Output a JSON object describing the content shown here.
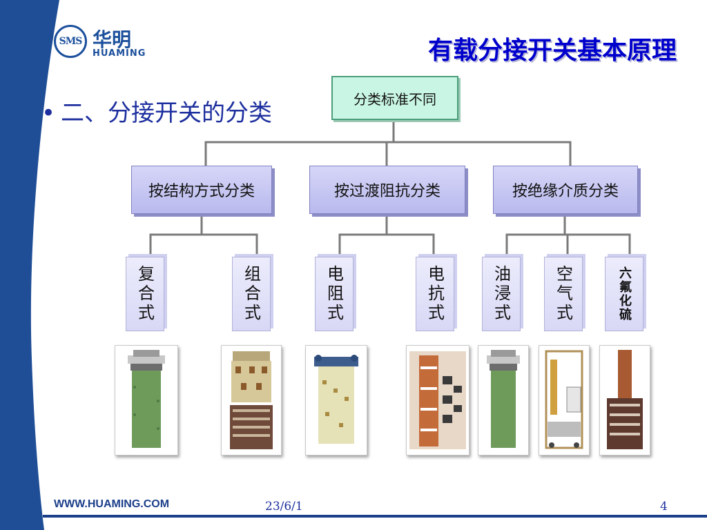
{
  "logo": {
    "emblem": "SMS",
    "cn_name": "华明",
    "en_name": "HUAMING"
  },
  "title": "有载分接开关基本原理",
  "bullet": {
    "marker": "•",
    "text": "二、分接开关的分类"
  },
  "tree": {
    "root": "分类标准不同",
    "categories": [
      {
        "label": "按结构方式分类",
        "children": [
          "复合式",
          "组合式"
        ]
      },
      {
        "label": "按过渡阻抗分类",
        "children": [
          "电阻式",
          "电抗式"
        ]
      },
      {
        "label": "按绝缘介质分类",
        "children": [
          "油浸式",
          "空气式",
          "六氟化硫"
        ]
      }
    ]
  },
  "photos": [
    "复合式-photo",
    "组合式-photo",
    "电阻式-photo",
    "电抗式-photo",
    "油浸式-photo",
    "空气式-photo",
    "六氟化硫-photo"
  ],
  "footer": {
    "url": "WWW.HUAMING.COM",
    "date": "23/6/1",
    "page": "4"
  },
  "colors": {
    "brand_blue": "#1b3f8a",
    "title_blue": "#0000cc",
    "root_fill": "#c9f6e4",
    "box_fill": "#c8c8f4"
  }
}
